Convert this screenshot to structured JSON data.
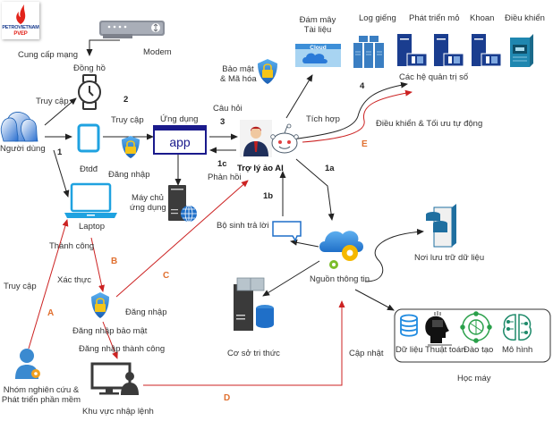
{
  "logo": {
    "line1": "PETROVIETNAM",
    "line2": "PVEP",
    "brand_red": "#e2231a",
    "brand_blue": "#1a3d8f"
  },
  "colors": {
    "arrow_black": "#222222",
    "arrow_red": "#cc2222",
    "red_label": "#e07030",
    "app_blue": "#1a1a8c",
    "device_cyan": "#1fa2e0",
    "server_blue": "#1a3d8f"
  },
  "nodes": {
    "modem": {
      "label": "Modem",
      "icon": "modem-icon"
    },
    "network": {
      "label": "Cung cấp mạng"
    },
    "watch": {
      "label": "Đồng hồ",
      "icon": "watch-icon"
    },
    "users": {
      "label": "Người dùng",
      "icon": "users-icon"
    },
    "phone": {
      "label": "Đtdđ",
      "icon": "phone-icon"
    },
    "login_shield": {
      "label": "Đăng nhập",
      "icon": "shield-lock-icon"
    },
    "laptop": {
      "label": "Laptop",
      "icon": "laptop-icon"
    },
    "app": {
      "label": "Ứng dụng",
      "inner": "app",
      "icon": "app-window-icon"
    },
    "app_server": {
      "label_line1": "Máy chủ",
      "label_line2": "ứng dụng",
      "icon": "web-server-icon"
    },
    "security": {
      "label_line1": "Bảo mật",
      "label_line2": "& Mã hóa",
      "icon": "shield-lock-icon"
    },
    "cloud_docs": {
      "label_line1": "Đám mây",
      "label_line2": "Tài liệu",
      "inner": "Cloud",
      "icon": "cloud-icon"
    },
    "ai_assistant": {
      "label": "Trợ lý ảo AI",
      "icon": "ai-assistant-icon"
    },
    "systems_group": {
      "label": "Các hệ quản trị số"
    },
    "systems": [
      {
        "label": "Log giếng",
        "icon": "server-cluster-icon"
      },
      {
        "label": "Phát triển mỏ",
        "icon": "server-icon"
      },
      {
        "label": "Khoan",
        "icon": "server-icon"
      },
      {
        "label": "Điều khiển",
        "icon": "control-cabinet-icon"
      }
    ],
    "response_gen": {
      "label": "Bộ sinh trả lời",
      "icon": "speech-bubble-icon"
    },
    "info_source": {
      "label": "Nguồn thông tin",
      "icon": "cloud-gear-icon"
    },
    "data_storage": {
      "label": "Nơi lưu trữ dữ liệu",
      "icon": "database-server-icon"
    },
    "knowledge_base": {
      "label": "Cơ sở tri thức",
      "icon": "knowledge-base-icon"
    },
    "ml_group": {
      "label": "Học máy",
      "items": [
        {
          "label": "Dữ liệu",
          "icon": "database-icon"
        },
        {
          "label": "Thuật toán",
          "icon": "head-algorithm-icon"
        },
        {
          "label": "Đào tạo",
          "icon": "brain-cycle-icon"
        },
        {
          "label": "Mô hình",
          "icon": "brain-circuit-icon"
        }
      ]
    },
    "secure_login": {
      "label": "Đăng nhập bảo mật",
      "icon": "shield-lock-icon"
    },
    "research_team": {
      "label_line1": "Nhóm nghiên cứu &",
      "label_line2": "Phát triển phần mềm",
      "icon": "user-gear-icon"
    },
    "command_area": {
      "label": "Khu vực nhập lệnh",
      "icon": "monitor-user-icon"
    }
  },
  "edge_labels": {
    "access_watch": "Truy cập",
    "access_app": "Truy cập",
    "question": "Câu hỏi",
    "response": "Phản hồi",
    "integrate": "Tích hợp",
    "control_optimize": "Điều khiển & Tối ưu tự động",
    "success": "Thành công",
    "verify": "Xác thực",
    "login": "Đăng nhập",
    "login_success": "Đăng nhập thành công",
    "access_research": "Truy cập",
    "update": "Cập nhật"
  },
  "steps": {
    "s1": "1",
    "s1a": "1a",
    "s1b": "1b",
    "s1c": "1c",
    "s2": "2",
    "s3": "3",
    "s4": "4"
  },
  "flows": {
    "A": "A",
    "B": "B",
    "C": "C",
    "D": "D",
    "E": "E"
  }
}
